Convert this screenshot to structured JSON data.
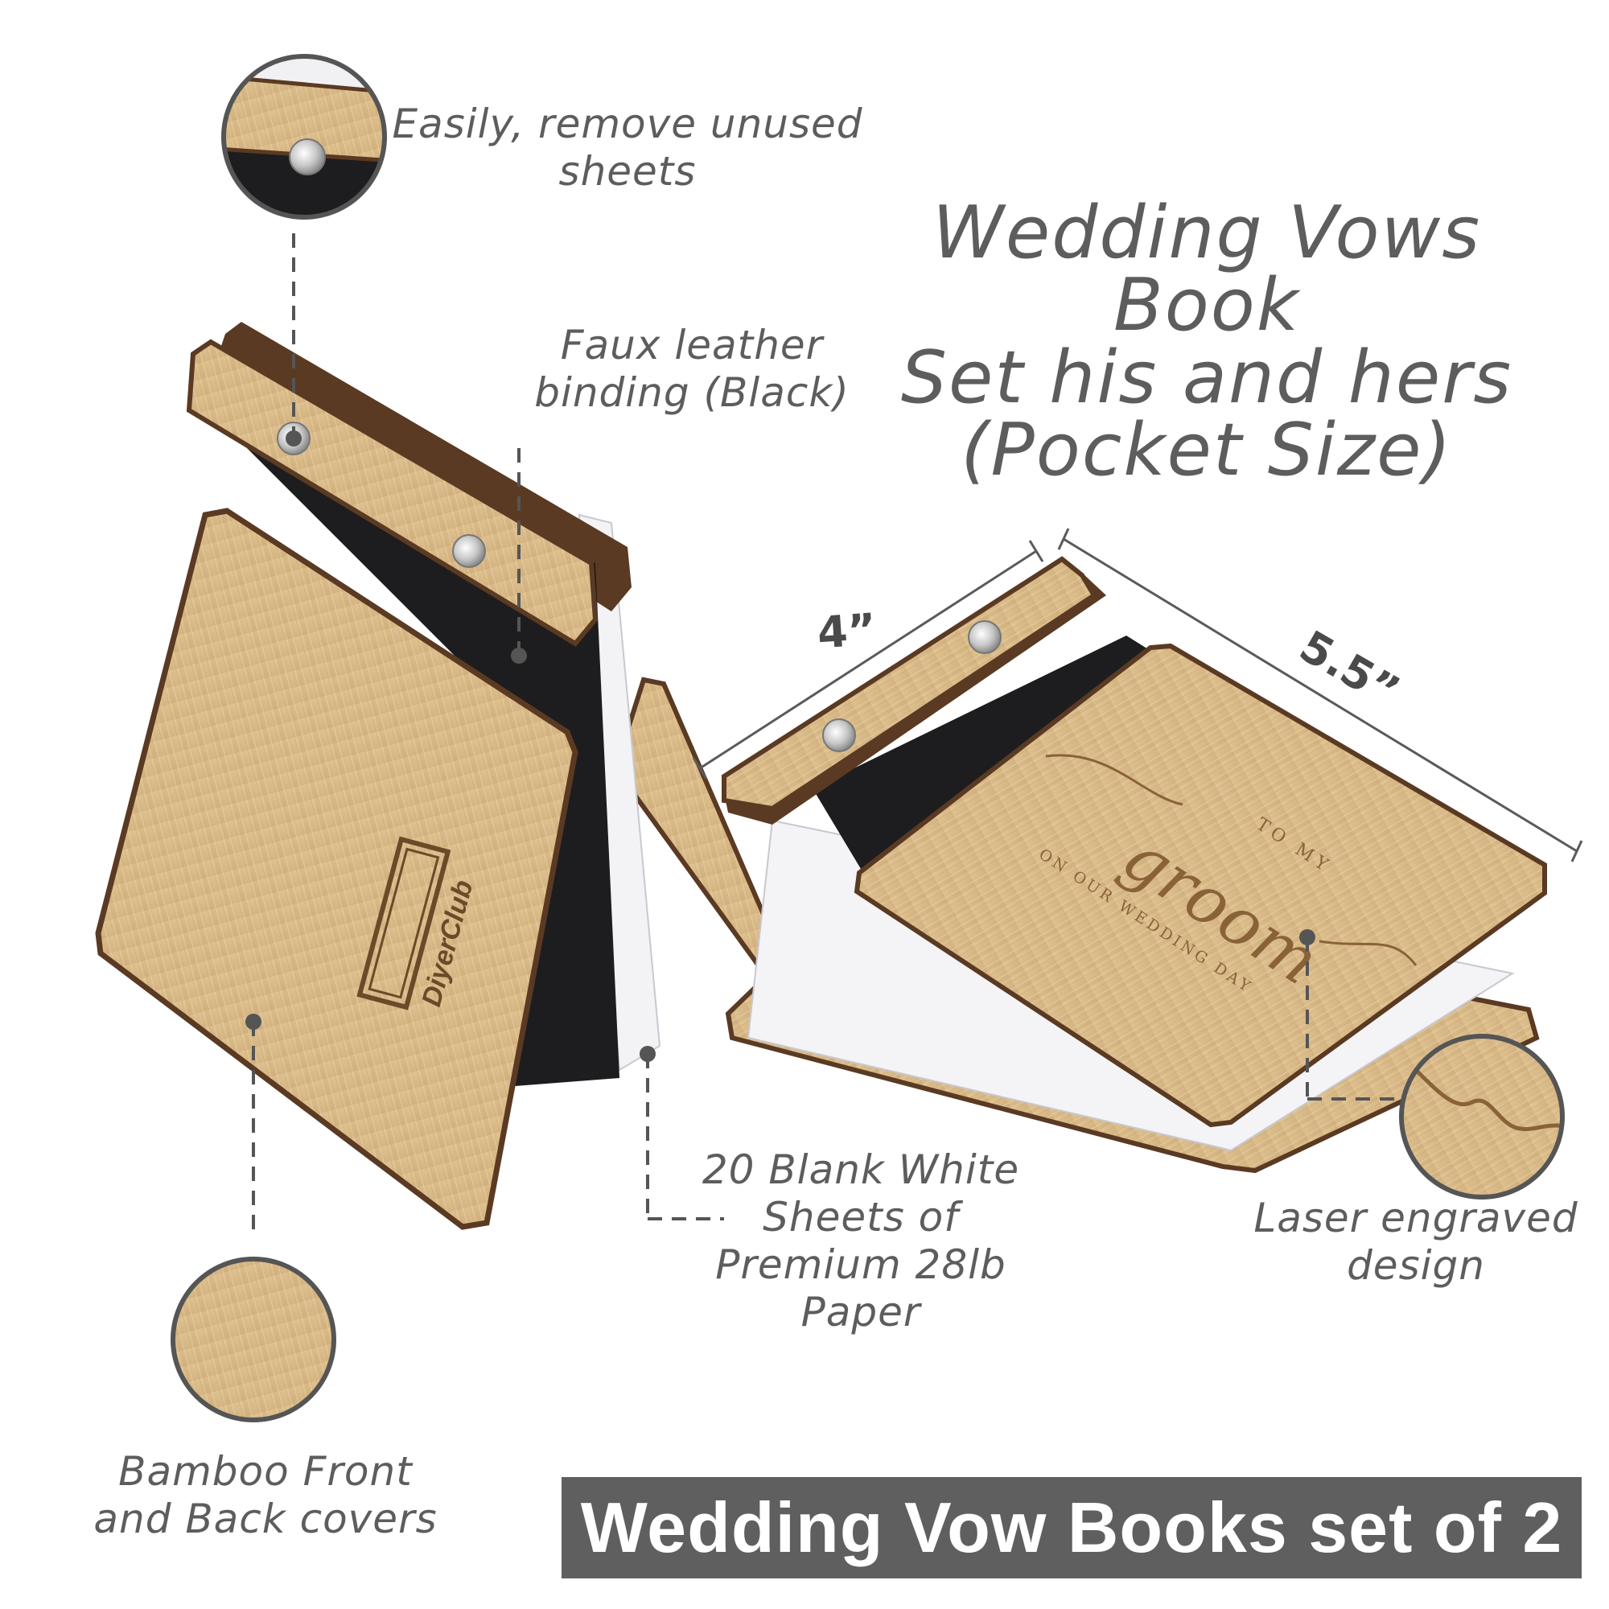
{
  "title": "Wedding Vows Book\nSet his and hers\n(Pocket Size)",
  "callouts": {
    "sheets": "Easily, remove unused\nsheets",
    "binding": "Faux leather\nbinding (Black)",
    "paper": "20 Blank White\nSheets of\nPremium 28lb\nPaper",
    "engraving": "Laser engraved\ndesign",
    "covers": "Bamboo Front\nand Back covers"
  },
  "dimensions": {
    "width": "4”",
    "length": "5.5”"
  },
  "banner": "Wedding Vow Books set of 2",
  "engraving_text": {
    "to_my": "TO MY",
    "script": "groom",
    "arc": "ON OUR WEDDING DAY"
  },
  "brand": "DiyerClub",
  "colors": {
    "bamboo": "#d9bb8a",
    "bamboo_edge": "#5a3a22",
    "leather": "#1d1d1f",
    "text": "#5d5d5d",
    "banner": "#5f5f5f"
  }
}
